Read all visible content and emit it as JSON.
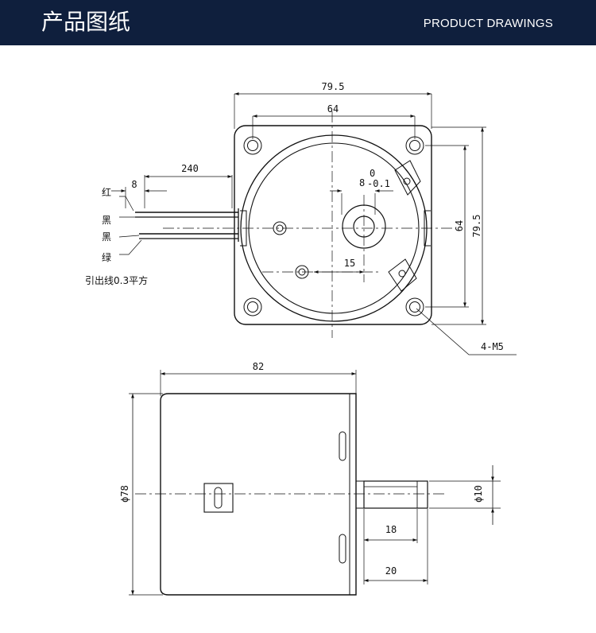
{
  "header": {
    "title_zh": "产品图纸",
    "title_en": "PRODUCT DRAWINGS",
    "bg_color": "#0f1f3d"
  },
  "front_view": {
    "dim_width_outer": "79.5",
    "dim_width_holes": "64",
    "dim_height_holes": "64",
    "dim_height_outer": "79.5",
    "dim_shaft_fit": "8",
    "dim_shaft_tol_upper": "0",
    "dim_shaft_tol_lower": "-0.1",
    "dim_offset": "15",
    "hole_callout": "4-M5"
  },
  "leads": {
    "dim_lead_length": "240",
    "dim_strip": "8",
    "colors": [
      "红",
      "黑",
      "黑",
      "绿"
    ],
    "spec": "引出线0.3平方"
  },
  "side_view": {
    "dim_body_length": "82",
    "dim_diameter": "ϕ78",
    "dim_shaft_diameter": "ϕ10",
    "dim_flat_length": "18",
    "dim_shaft_length": "20"
  }
}
